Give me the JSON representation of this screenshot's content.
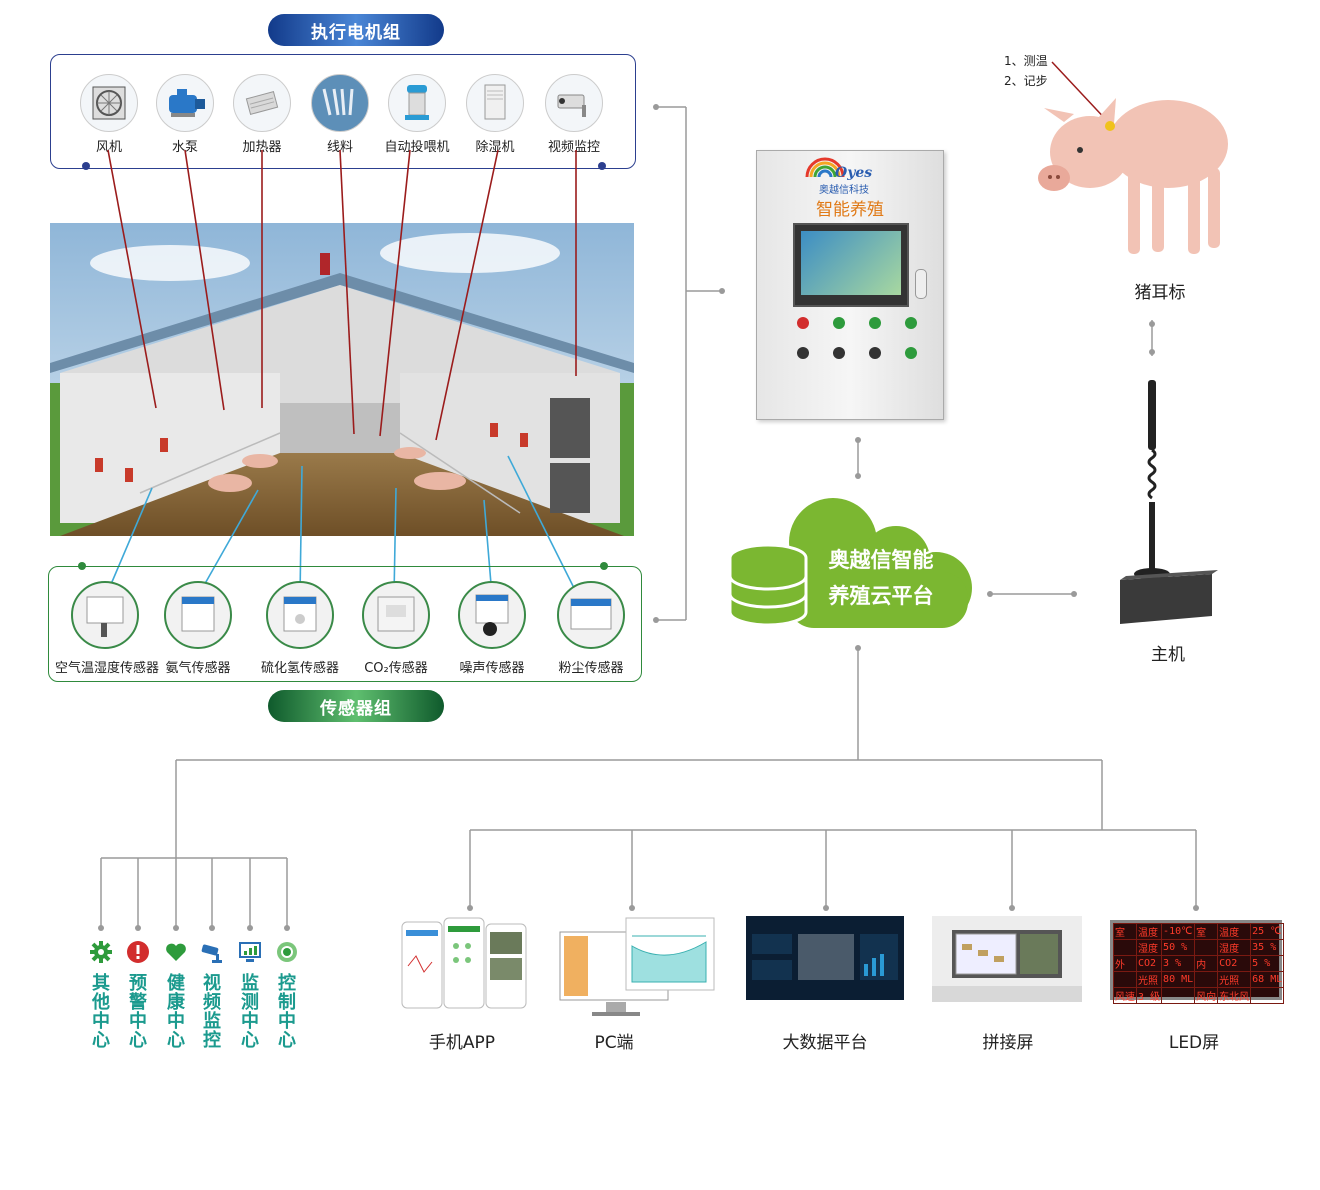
{
  "actuator_group": {
    "title": "执行电机组",
    "devices": [
      {
        "label": "风机",
        "icon": "fan-icon"
      },
      {
        "label": "水泵",
        "icon": "pump-icon"
      },
      {
        "label": "加热器",
        "icon": "heater-icon"
      },
      {
        "label": "线料",
        "icon": "feed-line-icon"
      },
      {
        "label": "自动投喂机",
        "icon": "feeder-icon"
      },
      {
        "label": "除湿机",
        "icon": "dehumidifier-icon"
      },
      {
        "label": "视频监控",
        "icon": "camera-icon"
      }
    ]
  },
  "sensor_group": {
    "title": "传感器组",
    "sensors": [
      {
        "label": "空气温湿度传感器",
        "icon": "temp-humidity-sensor-icon"
      },
      {
        "label": "氨气传感器",
        "icon": "ammonia-sensor-icon"
      },
      {
        "label": "硫化氢传感器",
        "icon": "h2s-sensor-icon"
      },
      {
        "label": "CO₂传感器",
        "icon": "co2-sensor-icon"
      },
      {
        "label": "噪声传感器",
        "icon": "noise-sensor-icon"
      },
      {
        "label": "粉尘传感器",
        "icon": "dust-sensor-icon"
      }
    ]
  },
  "control_cabinet": {
    "brand": "Oyes",
    "company": "奥越信科技",
    "title": "智能养殖"
  },
  "pig": {
    "notes": [
      "1、测温",
      "2、记步"
    ],
    "label": "猪耳标"
  },
  "host": {
    "label": "主机"
  },
  "cloud": {
    "line1": "奥越信智能",
    "line2": "养殖云平台"
  },
  "centers": [
    {
      "label": "其他中心",
      "icon": "gear-icon",
      "color": "#2e9b3c"
    },
    {
      "label": "预警中心",
      "icon": "alert-icon",
      "color": "#d22d2d"
    },
    {
      "label": "健康中心",
      "icon": "heart-icon",
      "color": "#2e9b3c"
    },
    {
      "label": "视频监控",
      "icon": "cctv-icon",
      "color": "#2a6fb5"
    },
    {
      "label": "监测中心",
      "icon": "monitor-icon",
      "color": "#2a6fb5"
    },
    {
      "label": "控制中心",
      "icon": "ring-icon",
      "color": "#2e9b3c"
    }
  ],
  "terminals": [
    {
      "label": "手机APP"
    },
    {
      "label": "PC端"
    },
    {
      "label": "大数据平台"
    },
    {
      "label": "拼接屏"
    },
    {
      "label": "LED屏"
    }
  ],
  "led": {
    "rows": [
      [
        "室",
        "温度",
        "-10℃",
        "室",
        "温度",
        "25 ℃"
      ],
      [
        "",
        "湿度",
        "50 %",
        "",
        "湿度",
        "35 %"
      ],
      [
        "外",
        "CO2",
        "3 %",
        "内",
        "CO2",
        "5 %"
      ],
      [
        "",
        "光照",
        "80 ML",
        "",
        "光照",
        "68 ML"
      ],
      [
        "风速",
        "3 级",
        "",
        "风向",
        "东北风",
        ""
      ]
    ]
  },
  "colors": {
    "line_red": "#9b1c1c",
    "line_blue": "#3fa9d8",
    "accent_green": "#7bb731",
    "connector": "#9a9a9a"
  }
}
